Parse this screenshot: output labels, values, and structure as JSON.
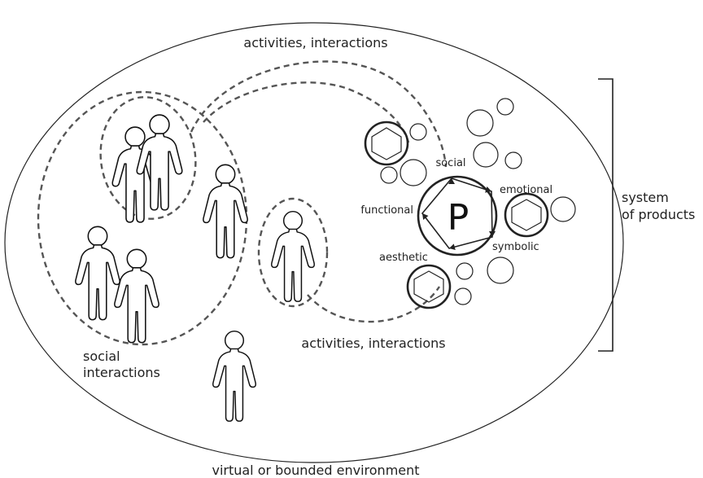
{
  "diagram": {
    "environment_label": "virtual or bounded environment",
    "top_loop_label": "activities, interactions",
    "bottom_loop_label": "activities, interactions",
    "social_label_line1": "social",
    "social_label_line2": "interactions",
    "system_label_line1": "system",
    "system_label_line2": "of products",
    "product_symbol": "P",
    "product_values": {
      "social": "social",
      "emotional": "emotional",
      "functional": "functional",
      "symbolic": "symbolic",
      "aesthetic": "aesthetic"
    },
    "people_count": 7,
    "colors": {
      "line": "#222222",
      "dashed": "#555555",
      "background": "#ffffff"
    }
  }
}
